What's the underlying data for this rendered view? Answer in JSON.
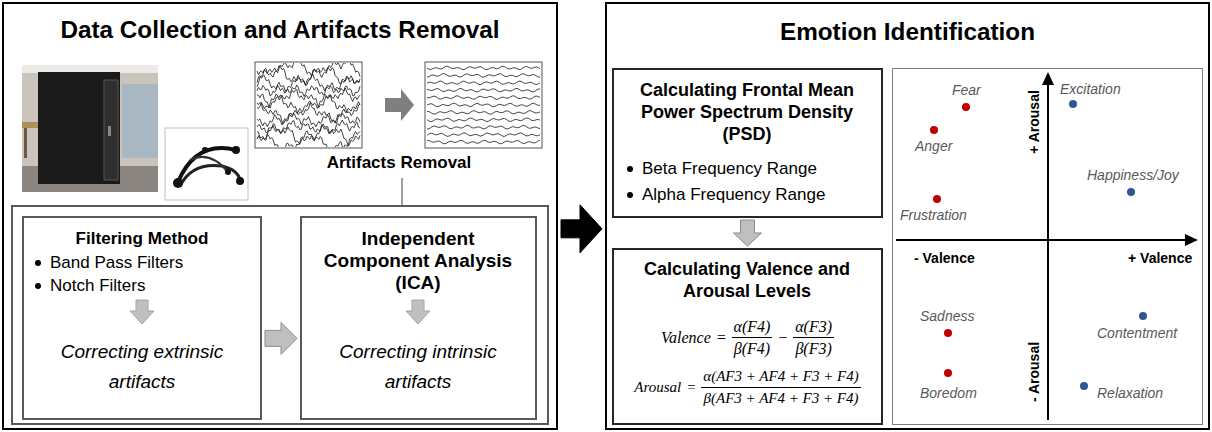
{
  "diagram": {
    "nodes": [
      {
        "text": [
          "Data Collection and Artifacts Removal"
        ]
      },
      {
        "text": [
          "Filtering Method",
          "Band Pass Filters",
          "Notch Filters",
          "Correcting extrinsic artifacts"
        ],
        "in": 0
      },
      {
        "text": [
          "Independent Component Analysis (ICA)",
          "Correcting intrinsic artifacts"
        ],
        "in": 0
      },
      {
        "text": [
          "Emotion Identification"
        ]
      },
      {
        "text": [
          "Calculating Frontal Mean Power Spectrum Density (PSD)",
          "Beta Frequency Range",
          "Alpha Frequency Range"
        ],
        "in": 3
      },
      {
        "text": [
          "Calculating Valence and Arousal Levels",
          "Valence",
          "=",
          "α(F4)",
          "β(F4)",
          "−",
          "α(F3)",
          "β(F3)",
          "Arousal",
          "=",
          "α(AF3 + AF4 + F3 + F4)",
          "β(AF3 + AF4 + F3 + F4)"
        ],
        "in": 3
      },
      {
        "text": [
          "+ Arousal",
          "- Valence",
          "+ Valence",
          "- Arousal",
          "Fear",
          "Anger",
          "Frustration",
          "Sadness",
          "Boredom",
          "Excitation",
          "Happiness/Joy",
          "Contentment",
          "Relaxation"
        ],
        "in": 3
      }
    ],
    "edges": [
      {
        "from": 0,
        "to": 3,
        "arrow": "to"
      },
      {
        "from": 1,
        "to": 2,
        "arrow": "to"
      },
      {
        "from": 4,
        "to": 5,
        "arrow": "to"
      }
    ],
    "labels": [
      "Artifacts Removal"
    ]
  }
}
